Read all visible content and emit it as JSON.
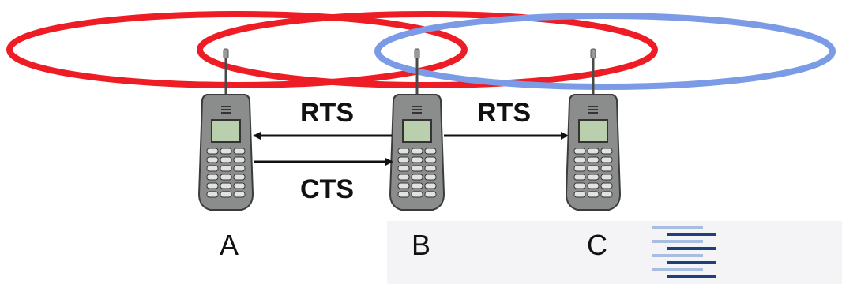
{
  "labels": {
    "rts_left": "RTS",
    "rts_right": "RTS",
    "cts": "CTS"
  },
  "nodes": [
    {
      "name": "A"
    },
    {
      "name": "B"
    },
    {
      "name": "C"
    }
  ],
  "colors": {
    "range_a": "#ee1c24",
    "range_b": "#ee1c24",
    "range_c": "#7b9be6",
    "arrow": "#111111",
    "logo_light": "#a8bde0",
    "logo_dark": "#1f3f7a"
  },
  "icons": {
    "phone": "mobile-phone-icon",
    "logo": "striped-lines-logo"
  }
}
